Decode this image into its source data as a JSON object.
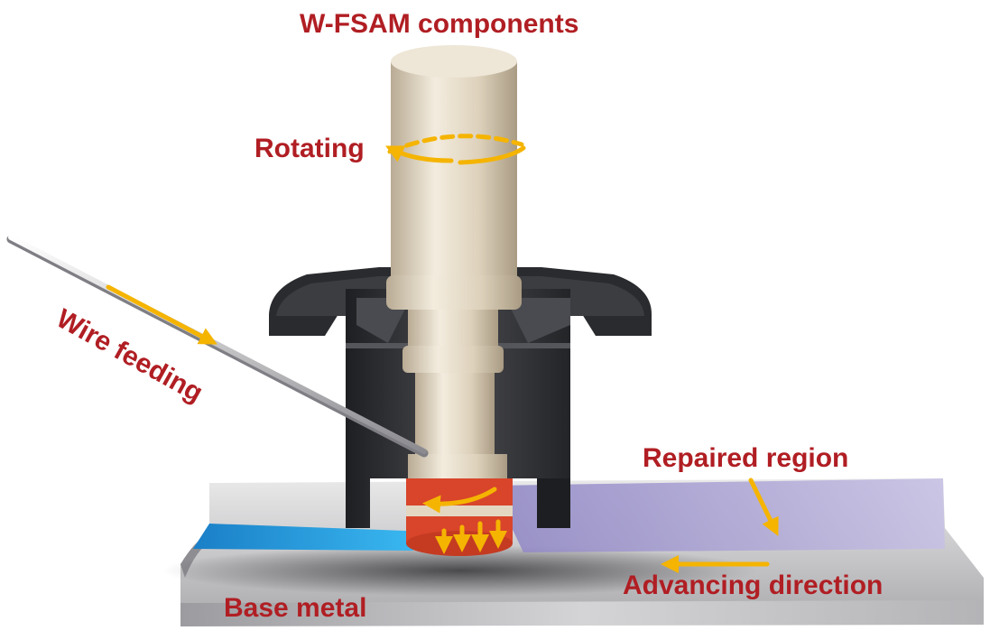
{
  "colors": {
    "label_text": "#b01e23",
    "arrow": "#f5b400",
    "base_metal": "#b9b9bb",
    "repaired_region": "#b7b0d8",
    "groove": "#2aa6e6",
    "tool": "#e4d9c6",
    "shoulder": "#2d2e31",
    "deposit": "#d8452b"
  },
  "labels": {
    "title": "W-FSAM components",
    "rotating": "Rotating",
    "wire_feeding": "Wire feeding",
    "repaired_region": "Repaired region",
    "advancing_direction": "Advancing direction",
    "base_metal": "Base metal"
  }
}
